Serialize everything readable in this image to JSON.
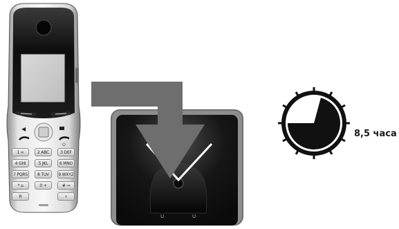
{
  "charging": {
    "duration_label": "8,5 часа",
    "elapsed_fraction": 0.708
  },
  "keypad": {
    "rows": [
      [
        "1 ∞",
        "2 ABC",
        "3 DEF"
      ],
      [
        "4 GHI",
        "5 JKL",
        "6 MNO"
      ],
      [
        "7 PQRS",
        "8 TUV",
        "9 WXYZ"
      ],
      [
        "* ⌂",
        "0 +",
        "# ⊸"
      ]
    ],
    "bottom_left": "R",
    "bottom_right": "♯"
  },
  "colors": {
    "arrow": "#6e6e6e",
    "phone_body": "#c8c8c8",
    "phone_top": "#161616",
    "screen": "#c9c9c9",
    "charger": "#1c1c1c"
  }
}
